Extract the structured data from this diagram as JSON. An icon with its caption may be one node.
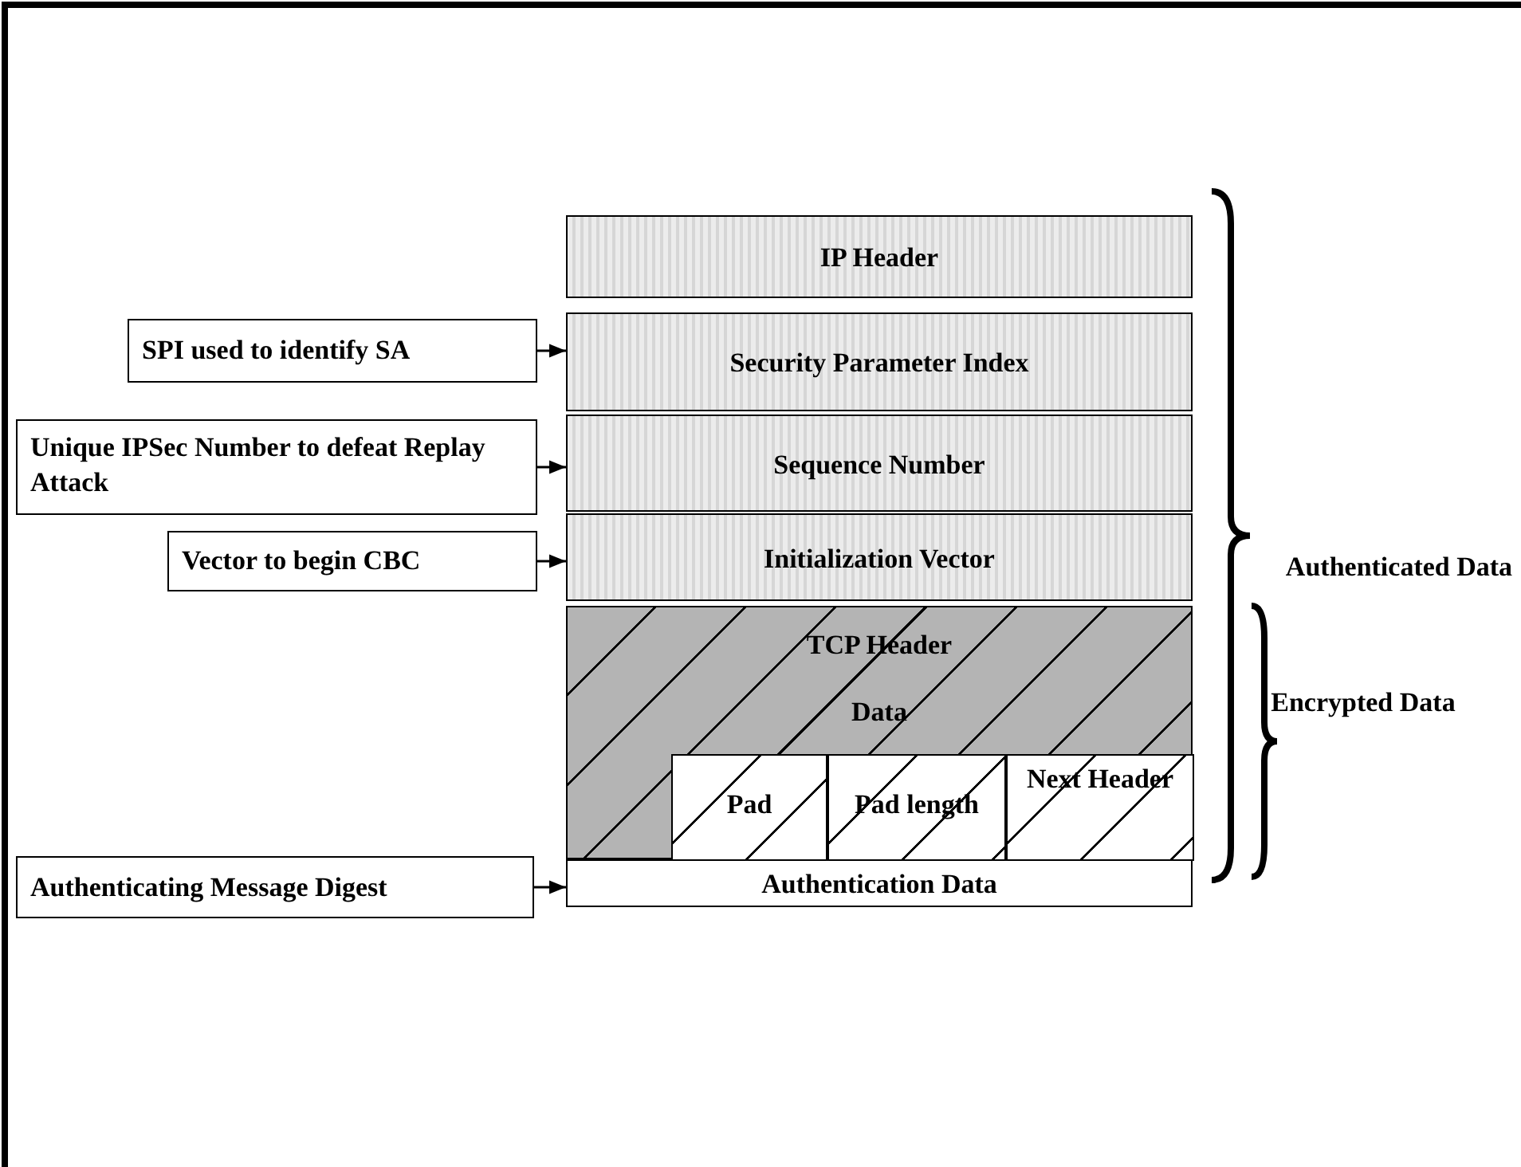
{
  "diagram": {
    "nodes": [
      {
        "text": [
          "IP Header"
        ]
      },
      {
        "text": [
          "Security Parameter Index"
        ]
      },
      {
        "text": [
          "Sequence Number"
        ]
      },
      {
        "text": [
          "Initialization Vector"
        ]
      },
      {
        "text": [
          "TCP Header",
          "Data"
        ]
      },
      {
        "text": [
          "Pad"
        ],
        "in": 4
      },
      {
        "text": [
          "Pad length"
        ],
        "in": 4
      },
      {
        "text": [
          "Next Header"
        ],
        "in": 4
      },
      {
        "text": [
          "Authentication Data"
        ]
      },
      {
        "text": [
          "SPI used to identify SA"
        ]
      },
      {
        "text": [
          "Unique IPSec Number to defeat Replay Attack"
        ]
      },
      {
        "text": [
          "Vector to begin CBC"
        ]
      },
      {
        "text": [
          "Authenticating Message Digest"
        ]
      }
    ],
    "edges": [
      {
        "from": 9,
        "to": 1,
        "arrow": "to"
      },
      {
        "from": 10,
        "to": 2,
        "arrow": "to"
      },
      {
        "from": 11,
        "to": 3,
        "arrow": "to"
      },
      {
        "from": 12,
        "to": 8,
        "arrow": "to"
      }
    ],
    "labels": [
      "Authenticated Data",
      "Encrypted Data"
    ]
  }
}
